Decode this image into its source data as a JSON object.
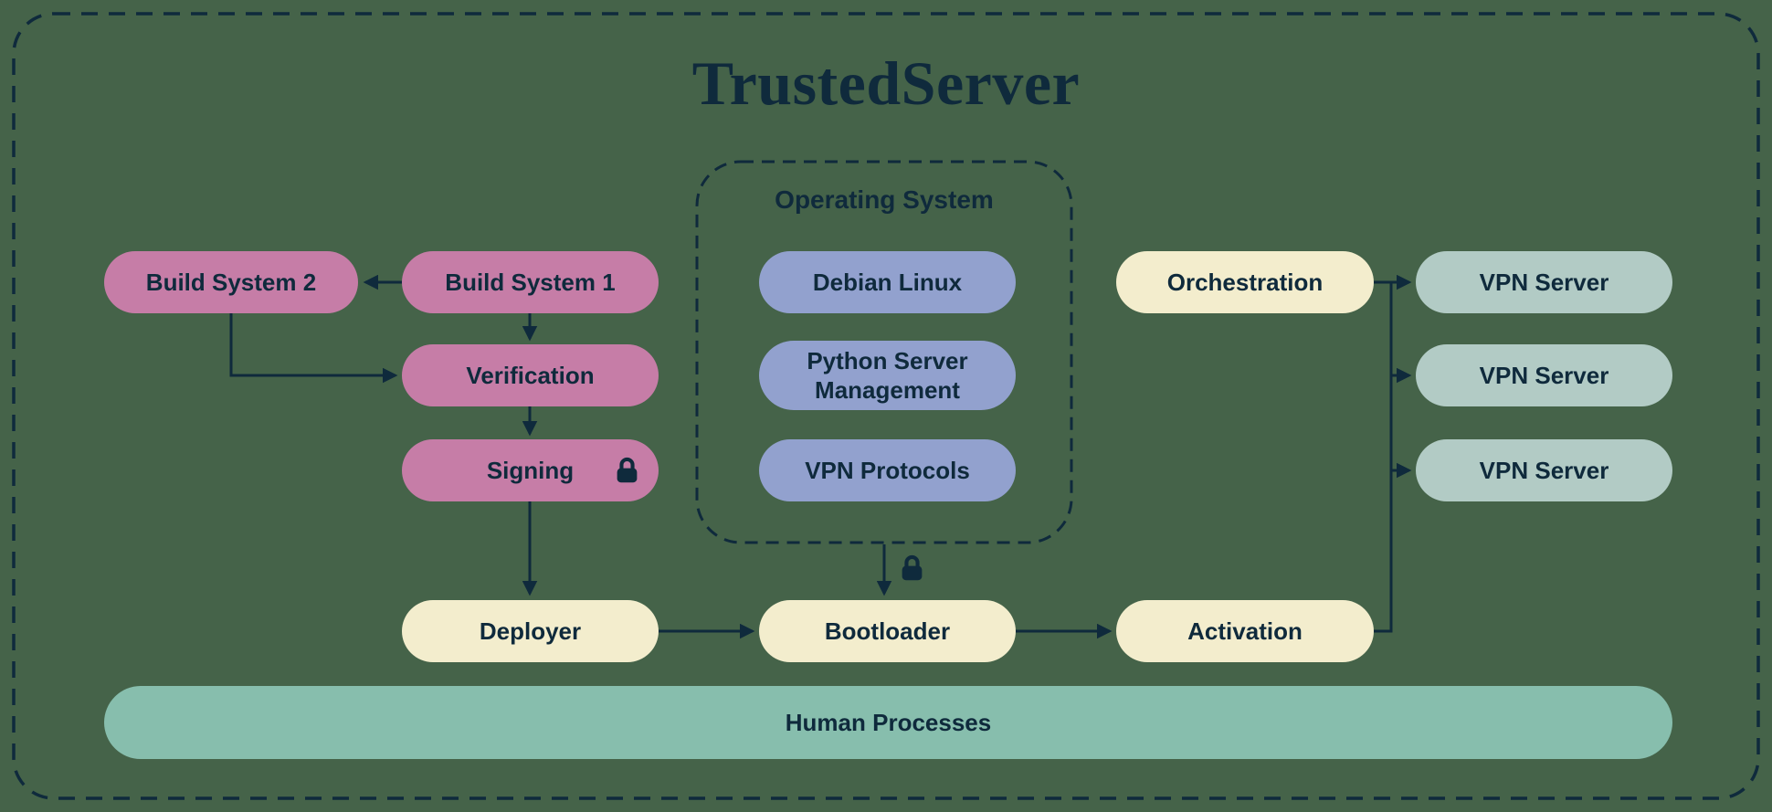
{
  "title": "TrustedServer",
  "colors": {
    "background": "#456349",
    "ink": "#0f2a3c",
    "pink": "#c67da7",
    "periwinkle": "#92a1ce",
    "cream": "#f3edcd",
    "mint": "#b2cbc5",
    "teal": "#87bead"
  },
  "groups": {
    "operating_system": "Operating System"
  },
  "nodes": {
    "build_system_2": "Build System 2",
    "build_system_1": "Build System 1",
    "verification": "Verification",
    "signing": "Signing",
    "deployer": "Deployer",
    "debian_linux": "Debian Linux",
    "python_server_management": "Python Server Management",
    "vpn_protocols": "VPN Protocols",
    "bootloader": "Bootloader",
    "orchestration": "Orchestration",
    "activation": "Activation",
    "vpn_server_1": "VPN Server",
    "vpn_server_2": "VPN Server",
    "vpn_server_3": "VPN Server",
    "human_processes": "Human Processes"
  },
  "icons": {
    "signing_lock": "lock-icon",
    "os_to_bootloader_lock": "lock-icon"
  },
  "edges": [
    {
      "from": "build_system_1",
      "to": "build_system_2"
    },
    {
      "from": "build_system_1",
      "to": "verification"
    },
    {
      "from": "build_system_2",
      "to": "verification"
    },
    {
      "from": "verification",
      "to": "signing"
    },
    {
      "from": "signing",
      "to": "deployer"
    },
    {
      "from": "deployer",
      "to": "bootloader"
    },
    {
      "from": "operating_system",
      "to": "bootloader",
      "locked": true
    },
    {
      "from": "bootloader",
      "to": "activation"
    },
    {
      "from": "activation",
      "to": "vpn_server_1"
    },
    {
      "from": "activation",
      "to": "vpn_server_2"
    },
    {
      "from": "activation",
      "to": "vpn_server_3"
    },
    {
      "from": "orchestration",
      "to": "vpn_server_1"
    }
  ]
}
